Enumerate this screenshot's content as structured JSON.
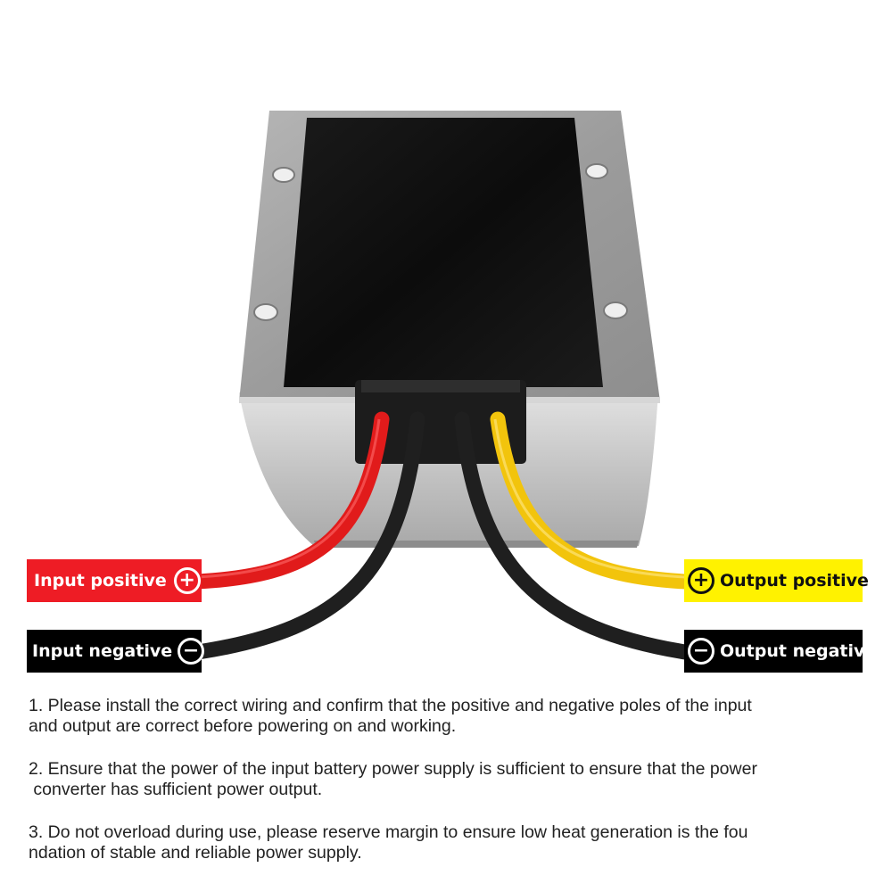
{
  "labels": {
    "input_positive": "Input positive",
    "input_negative": "Input negative",
    "output_positive": "Output positive",
    "output_negative": "Output negative",
    "plus_symbol": "+",
    "minus_symbol": "−"
  },
  "colors": {
    "red_wire": "#e11b1b",
    "black_wire": "#1f1f1f",
    "yellow_wire": "#f2c40c",
    "input_positive_bg": "#ee1c25",
    "output_positive_bg": "#fff200",
    "negative_bg": "#000000",
    "housing": "#b8b8b8",
    "top_panel": "#111111"
  },
  "notes": [
    {
      "line1": "1. Please install the correct wiring and confirm that the positive and negative poles of the input",
      "line2": "and output are correct before powering on and working."
    },
    {
      "line1": "2. Ensure that the power of the input battery power supply is sufficient to ensure that the power",
      "line2": " converter has sufficient power output."
    },
    {
      "line1": "3. Do not overload during use, please reserve margin to ensure low heat generation is the fou",
      "line2": "ndation of stable and reliable power supply."
    }
  ]
}
